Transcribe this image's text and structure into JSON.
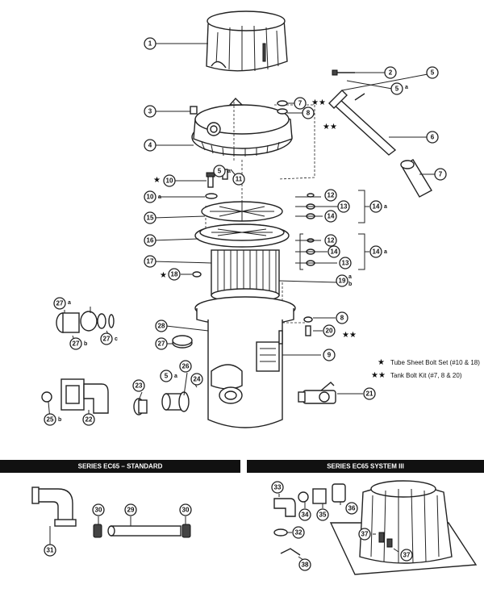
{
  "callouts": {
    "c1": "1",
    "c2": "2",
    "c3": "3",
    "c4": "4",
    "c5": "5",
    "c5a": "5",
    "c5a2": "5",
    "c6": "6",
    "c7": "7",
    "c7b": "7",
    "c8": "8",
    "c8b": "8",
    "c9": "9",
    "c10": "10",
    "c10a": "10",
    "c11": "11",
    "c12": "12",
    "c12b": "12",
    "c13": "13",
    "c13b": "13",
    "c14": "14",
    "c14b": "14",
    "c14a": "14",
    "c14c": "14",
    "c15": "15",
    "c16": "16",
    "c17": "17",
    "c18": "18",
    "c19": "19",
    "c20": "20",
    "c21": "21",
    "c22": "22",
    "c23": "23",
    "c24": "24",
    "c25": "25",
    "c26": "26",
    "c27": "27",
    "c27b": "27",
    "c27c": "27",
    "c27d": "27",
    "c28": "28",
    "c29": "29",
    "c30": "30",
    "c30b": "30",
    "c31": "31",
    "c32": "32",
    "c33": "33",
    "c34": "34",
    "c35": "35",
    "c36": "36",
    "c37": "37",
    "c37b": "37",
    "c38": "38"
  },
  "suffixes": {
    "a": "a",
    "b": "b",
    "c": "c"
  },
  "legend": {
    "star": "★",
    "double_star": "★★",
    "tube_sheet": "Tube Sheet Bolt Set (#10 & 18)",
    "tank_bolt": "Tank Bolt Kit (#7, 8 & 20)"
  },
  "sections": {
    "standard": "SERIES EC65 – STANDARD",
    "system3": "SERIES EC65 SYSTEM III"
  }
}
